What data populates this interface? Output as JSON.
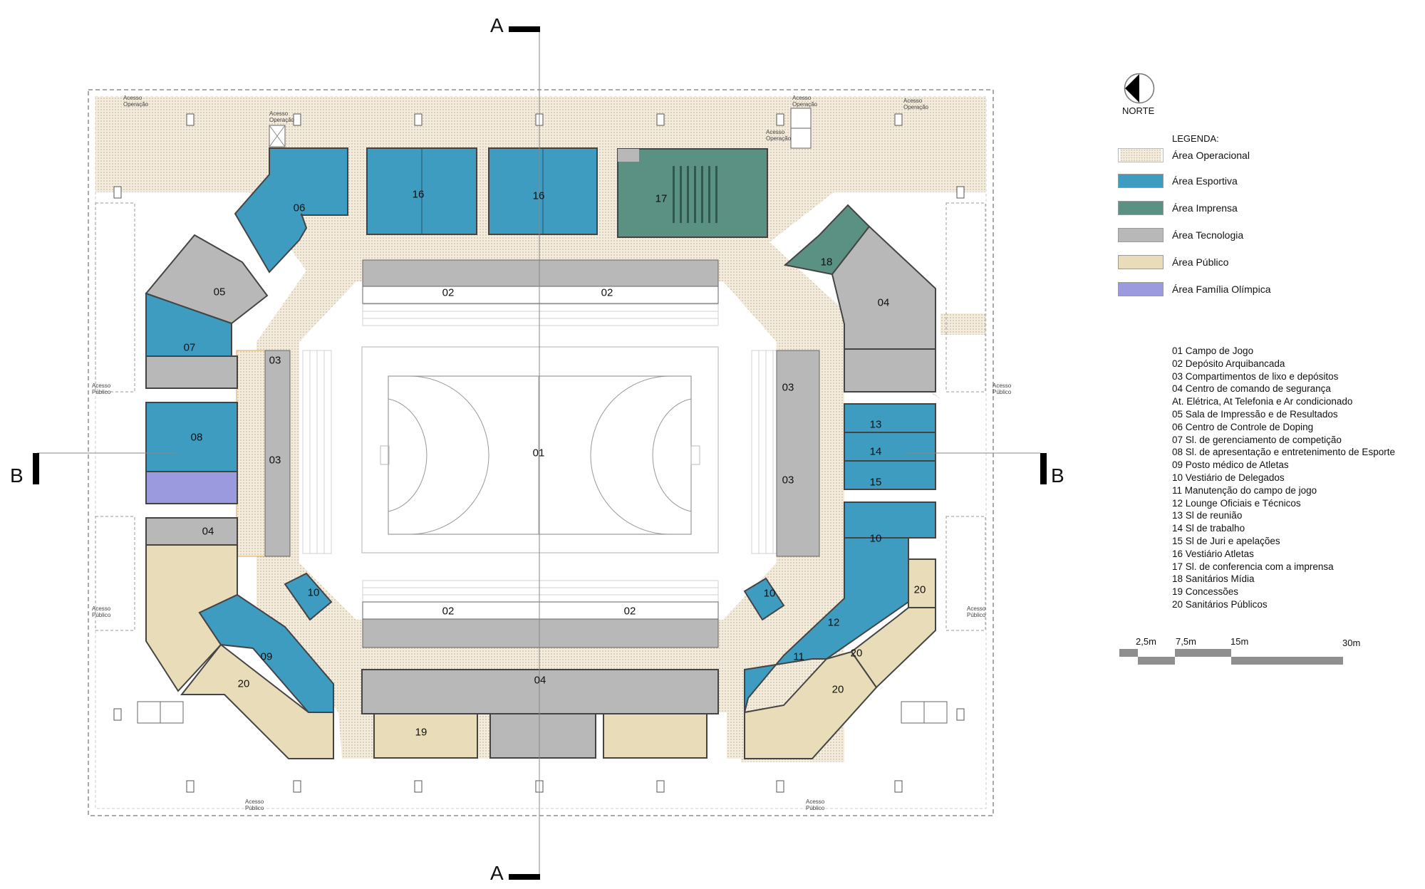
{
  "section_marks": {
    "a_top": "A",
    "a_bottom": "A",
    "b_left": "B",
    "b_right": "B"
  },
  "north": {
    "label": "NORTE"
  },
  "legend": {
    "title": "LEGENDA:",
    "items": [
      {
        "label": "Área Operacional",
        "color": "#f3ead8",
        "pattern": "dotted"
      },
      {
        "label": "Área Esportiva",
        "color": "#3e9cc1"
      },
      {
        "label": "Área Imprensa",
        "color": "#5b9182"
      },
      {
        "label": "Área Tecnologia",
        "color": "#b8b8b8"
      },
      {
        "label": "Área Público",
        "color": "#e9dcb8"
      },
      {
        "label": "Área Família Olímpica",
        "color": "#9c9ade"
      }
    ]
  },
  "rooms": [
    "01 Campo de Jogo",
    "02 Depósito Arquibancada",
    "03 Compartimentos de lixo e depósitos",
    "04 Centro de comando de segurança",
    "At. Elétrica, At Telefonia e Ar condicionado",
    "05 Sala de Impressão e de Resultados",
    "06 Centro de Controle de Doping",
    "07 Sl. de gerenciamento de competição",
    "08 Sl. de apresentação e entretenimento de Esporte",
    "09 Posto médico de Atletas",
    "10 Vestiário de Delegados",
    "11 Manutenção do campo de jogo",
    "12 Lounge Oficiais e Técnicos",
    "13 Sl de reunião",
    "14 Sl de trabalho",
    "15 Sl de Juri e apelações",
    "16 Vestiário Atletas",
    "17 Sl. de conferencia com a imprensa",
    "18 Sanitários Mídia",
    "19 Concessões",
    "20 Sanitários Públicos"
  ],
  "scale_bar": {
    "labels": [
      "2,5m",
      "7,5m",
      "15m",
      "30m"
    ]
  },
  "plan_labels": {
    "r01": "01",
    "r02a": "02",
    "r02b": "02",
    "r02c": "02",
    "r02d": "02",
    "r03a": "03",
    "r03b": "03",
    "r03c": "03",
    "r03d": "03",
    "r04a": "04",
    "r04b": "04",
    "r04c": "04",
    "r05": "05",
    "r06": "06",
    "r07": "07",
    "r08": "08",
    "r09": "09",
    "r10a": "10",
    "r10b": "10",
    "r10c": "10",
    "r11": "11",
    "r12": "12",
    "r13": "13",
    "r14": "14",
    "r15": "15",
    "r16a": "16",
    "r16b": "16",
    "r17": "17",
    "r18": "18",
    "r19": "19",
    "r20a": "20",
    "r20b": "20",
    "r20c": "20",
    "r20d": "20"
  },
  "access_labels": {
    "operacao": "Acesso\nOperação",
    "publico": "Acesso\nPúblico"
  },
  "colors": {
    "operacional": "#f3ead8",
    "esportiva": "#3e9cc1",
    "imprensa": "#5b9182",
    "tecnologia": "#b8b8b8",
    "publico": "#e9dcb8",
    "familia": "#9c9ade",
    "wall": "#555555"
  }
}
